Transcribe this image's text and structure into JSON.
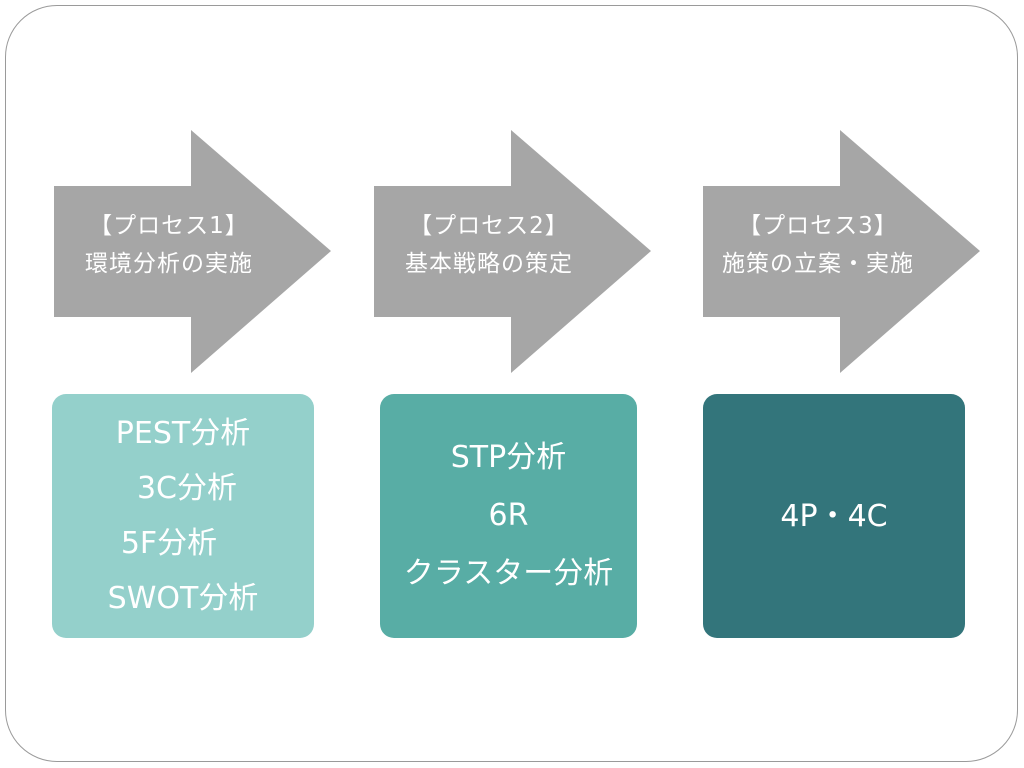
{
  "colors": {
    "arrow": "#a6a6a6",
    "frame_border": "#9a9a9a",
    "box1": "#94d0cb",
    "box2": "#58ada5",
    "box3": "#33757b",
    "text": "#ffffff"
  },
  "processes": [
    {
      "title": "【プロセス1】",
      "subtitle": "環境分析の実施",
      "items": [
        "PEST分析",
        "3C分析",
        "5F分析",
        "SWOT分析"
      ]
    },
    {
      "title": "【プロセス2】",
      "subtitle": "基本戦略の策定",
      "items": [
        "STP分析",
        "6R",
        "クラスター分析"
      ]
    },
    {
      "title": "【プロセス3】",
      "subtitle": "施策の立案・実施",
      "items": [
        "4P・4C"
      ]
    }
  ]
}
